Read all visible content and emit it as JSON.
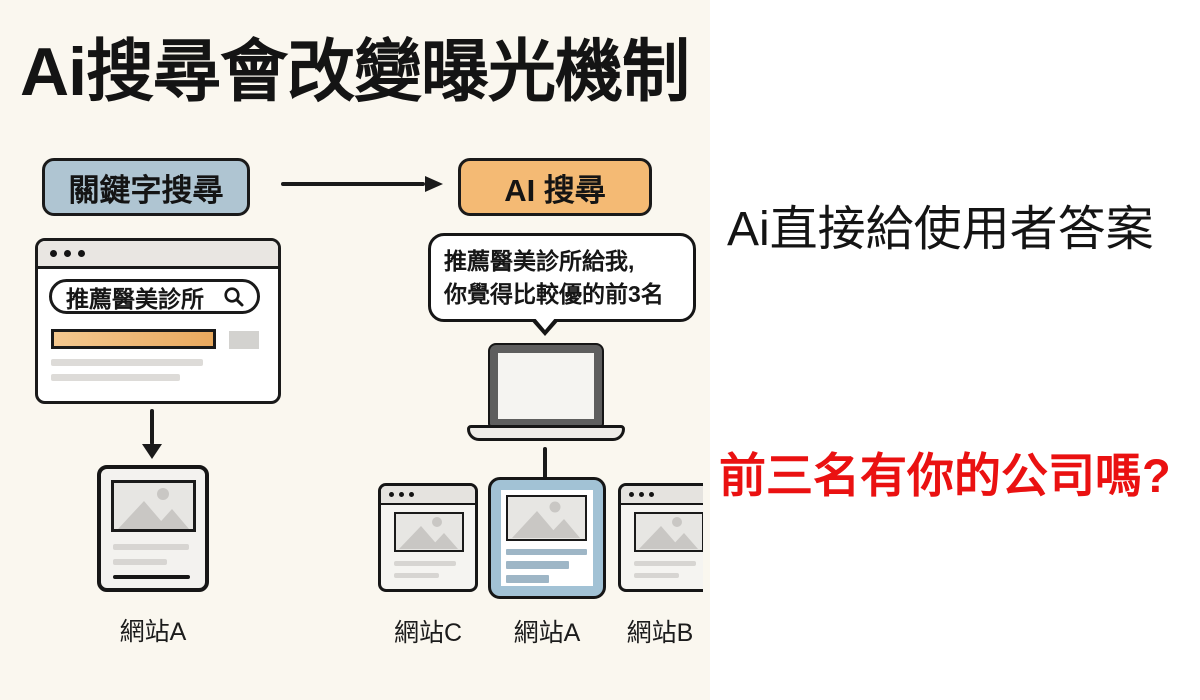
{
  "title": "Ai搜尋會改變曝光機制",
  "flow": {
    "keyword_label": "關鍵字搜尋",
    "keyword_bg": "#AFC5D2",
    "ai_label": "AI 搜尋",
    "ai_bg": "#F4BA74"
  },
  "browser": {
    "query": "推薦醫美診所",
    "search_icon": "magnifier-icon",
    "highlight_bar_color": "#EDB671"
  },
  "keyword_result": {
    "label": "網站A"
  },
  "bubble": {
    "line1": "推薦醫美診所給我,",
    "line2": "你覺得比較優的前3名"
  },
  "ai_results": [
    {
      "label": "網站C",
      "highlighted": false
    },
    {
      "label": "網站A",
      "highlighted": true
    },
    {
      "label": "網站B",
      "highlighted": false
    }
  ],
  "highlight_color": "#A2C2D5",
  "right_panel": {
    "answer_text": "Ai直接給使用者答案",
    "question_text": "前三名有你的公司嗎?",
    "question_color": "#EA1111"
  }
}
